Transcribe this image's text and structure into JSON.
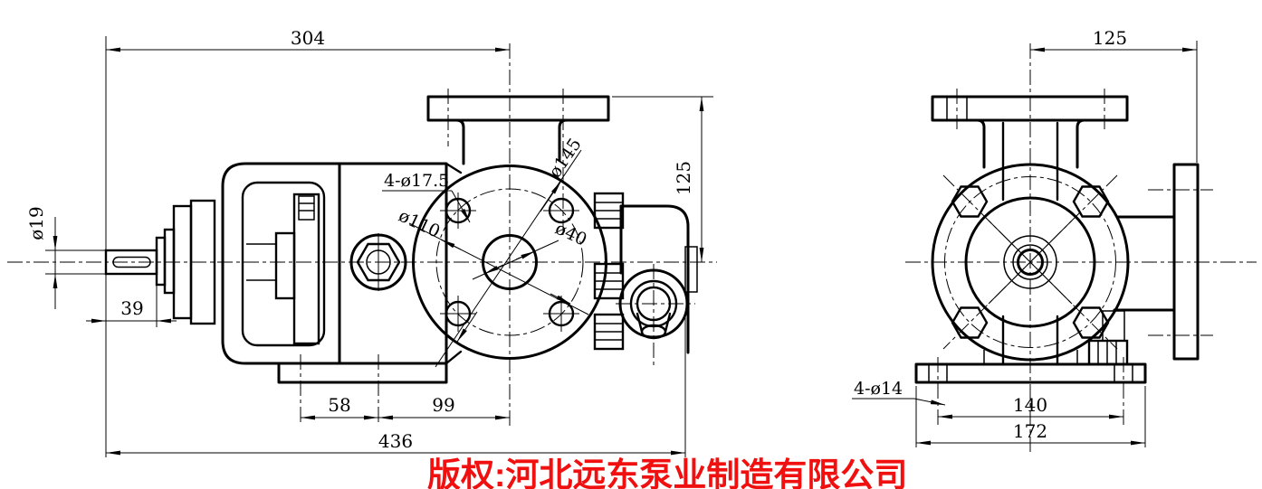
{
  "drawing": {
    "front_view": {
      "overall_width_top": "304",
      "shaft_diameter": "ø19",
      "shaft_extension": "39",
      "flange_bolt_holes": "4-ø17.5",
      "bolt_circle_diameter": "ø110",
      "port_bore_diameter": "ø40",
      "flange_outer_diameter": "ø145",
      "port_face_height": "125",
      "foot_offset_left": "58",
      "foot_offset_right": "99",
      "overall_length": "436"
    },
    "side_view": {
      "center_to_port_face": "125",
      "foot_bolt_holes": "4-ø14",
      "foot_hole_spacing": "140",
      "foot_base_length": "172"
    },
    "watermark": {
      "text": "版权:河北远东泵业制造有限公司",
      "color": "#f01010"
    },
    "colors": {
      "line": "#000000",
      "background": "#ffffff"
    }
  }
}
